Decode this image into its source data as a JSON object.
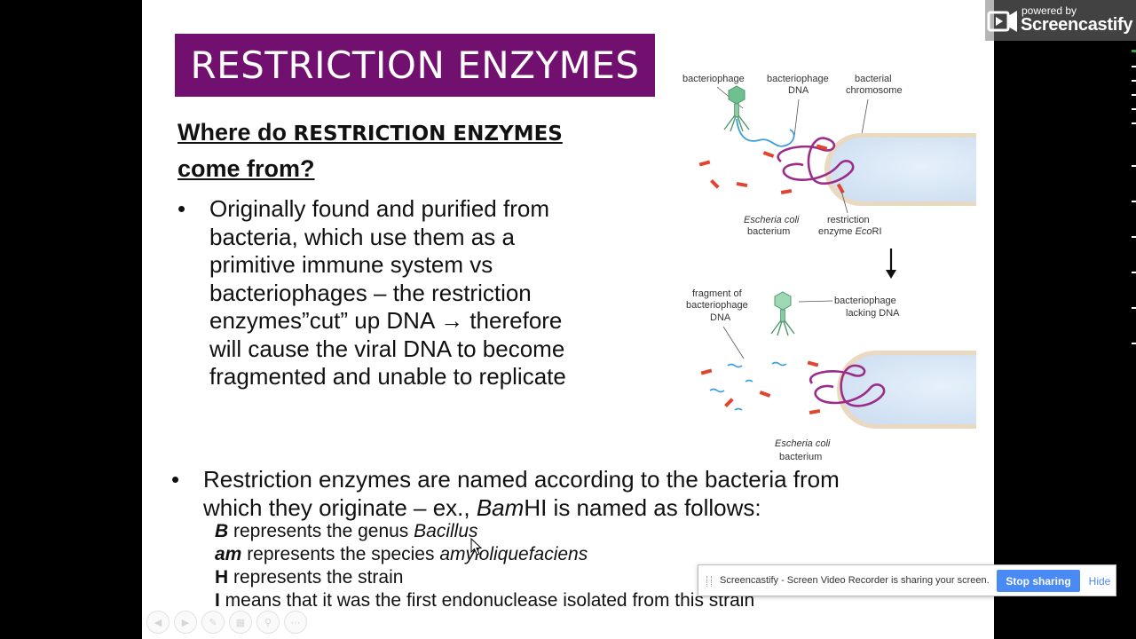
{
  "slide": {
    "title": "RESTRICTION ENZYMES",
    "heading": {
      "part1": "Where do ",
      "part2": "RESTRICTION ENZYMES",
      "part3": "come from?"
    },
    "bullet_mark": "•",
    "bullet1": {
      "lines": [
        "Originally found and purified from",
        "bacteria, which use them as a",
        "primitive immune system vs",
        "bacteriophages – the restriction",
        "will cause the viral DNA to become",
        "fragmented and unable to replicate"
      ],
      "line5_pre": "enzymes”cut” up DNA",
      "arrow": "→",
      "line5_post": " therefore"
    },
    "bullet2": {
      "line1": "Restriction enzymes are named according to the bacteria from",
      "line2_pre": "which they originate – ex., ",
      "line2_ital": "Bam",
      "line2_post": "HI is named as follows:"
    },
    "naming": [
      {
        "key": "B",
        "text": " represents the genus ",
        "ital": "Bacillus"
      },
      {
        "key": "am",
        "text": " represents the species ",
        "ital": "amyloliquefaciens"
      },
      {
        "key": "H",
        "text": " represents the strain",
        "ital": ""
      },
      {
        "key": "I",
        "text": " means that it was the first endonuclease isolated from this strain",
        "ital": ""
      }
    ]
  },
  "diagram": {
    "labels": {
      "bacteriophage": "bacteriophage",
      "bacteriophage_dna_1": "bacteriophage",
      "bacteriophage_dna_2": "DNA",
      "bacterial_chromosome_1": "bacterial",
      "bacterial_chromosome_2": "chromosome",
      "ecoli_top_1": "Escheria coli",
      "ecoli_top_2": "bacterium",
      "restriction_enzyme_1": "restriction",
      "restriction_enzyme_2": "enzyme ",
      "restriction_enzyme_ital": "Eco",
      "restriction_enzyme_3": "RI",
      "fragment_1": "fragment of",
      "fragment_2": "bacteriophage",
      "fragment_3": "DNA",
      "phage_lacking_1": "bacteriophage",
      "phage_lacking_2": "lacking DNA",
      "ecoli_bottom_1": "Escheria coli",
      "ecoli_bottom_2": "bacterium"
    },
    "colors": {
      "cell_fill": "#cfe0f2",
      "cell_rim": "#e9d9c1",
      "chromosome": "#9b2c8a",
      "enzyme": "#e2452f",
      "phage": "#6fbf8f",
      "phage_dna": "#3c9fd8"
    }
  },
  "watermark": {
    "small": "powered by",
    "big": "Screencastify"
  },
  "share_bar": {
    "text": "Screencastify - Screen Video Recorder is sharing your screen.",
    "stop_label": "Stop sharing",
    "hide_label": "Hide"
  }
}
